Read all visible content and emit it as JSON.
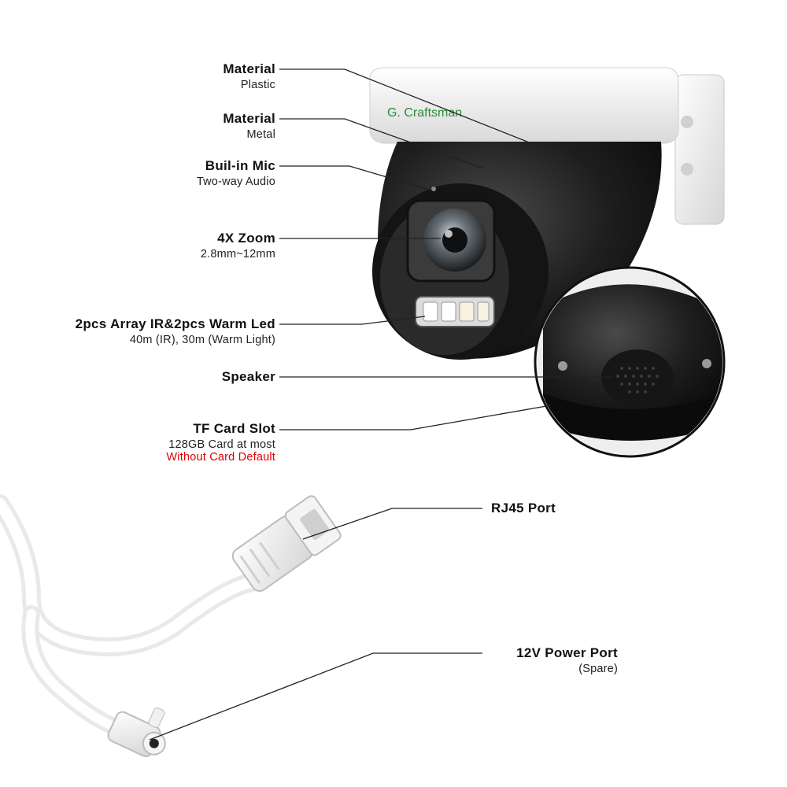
{
  "brand": {
    "logo_text": "G. Craftsman"
  },
  "callouts": [
    {
      "id": "plastic",
      "title": "Material",
      "subtitle": "Plastic"
    },
    {
      "id": "metal",
      "title": "Material",
      "subtitle": "Metal"
    },
    {
      "id": "mic",
      "title": "Buil-in Mic",
      "subtitle": "Two-way Audio"
    },
    {
      "id": "zoom",
      "title": "4X Zoom",
      "subtitle": "2.8mm~12mm"
    },
    {
      "id": "ir",
      "title": "2pcs Array IR&2pcs Warm Led",
      "subtitle": "40m (IR), 30m (Warm Light)"
    },
    {
      "id": "speaker",
      "title": "Speaker"
    },
    {
      "id": "tf",
      "title": "TF Card Slot",
      "subtitle": "128GB Card at most",
      "warning": "Without Card Default"
    },
    {
      "id": "rj45",
      "title": "RJ45 Port"
    },
    {
      "id": "power",
      "title": "12V Power Port",
      "subtitle": "(Spare)"
    }
  ],
  "colors": {
    "warning": "#e00000",
    "dome_white": "#f1f1f1",
    "camera_black": "#1a1a1a",
    "logo_green": "#2e8b3a",
    "cable_white": "#f3f3f3"
  }
}
